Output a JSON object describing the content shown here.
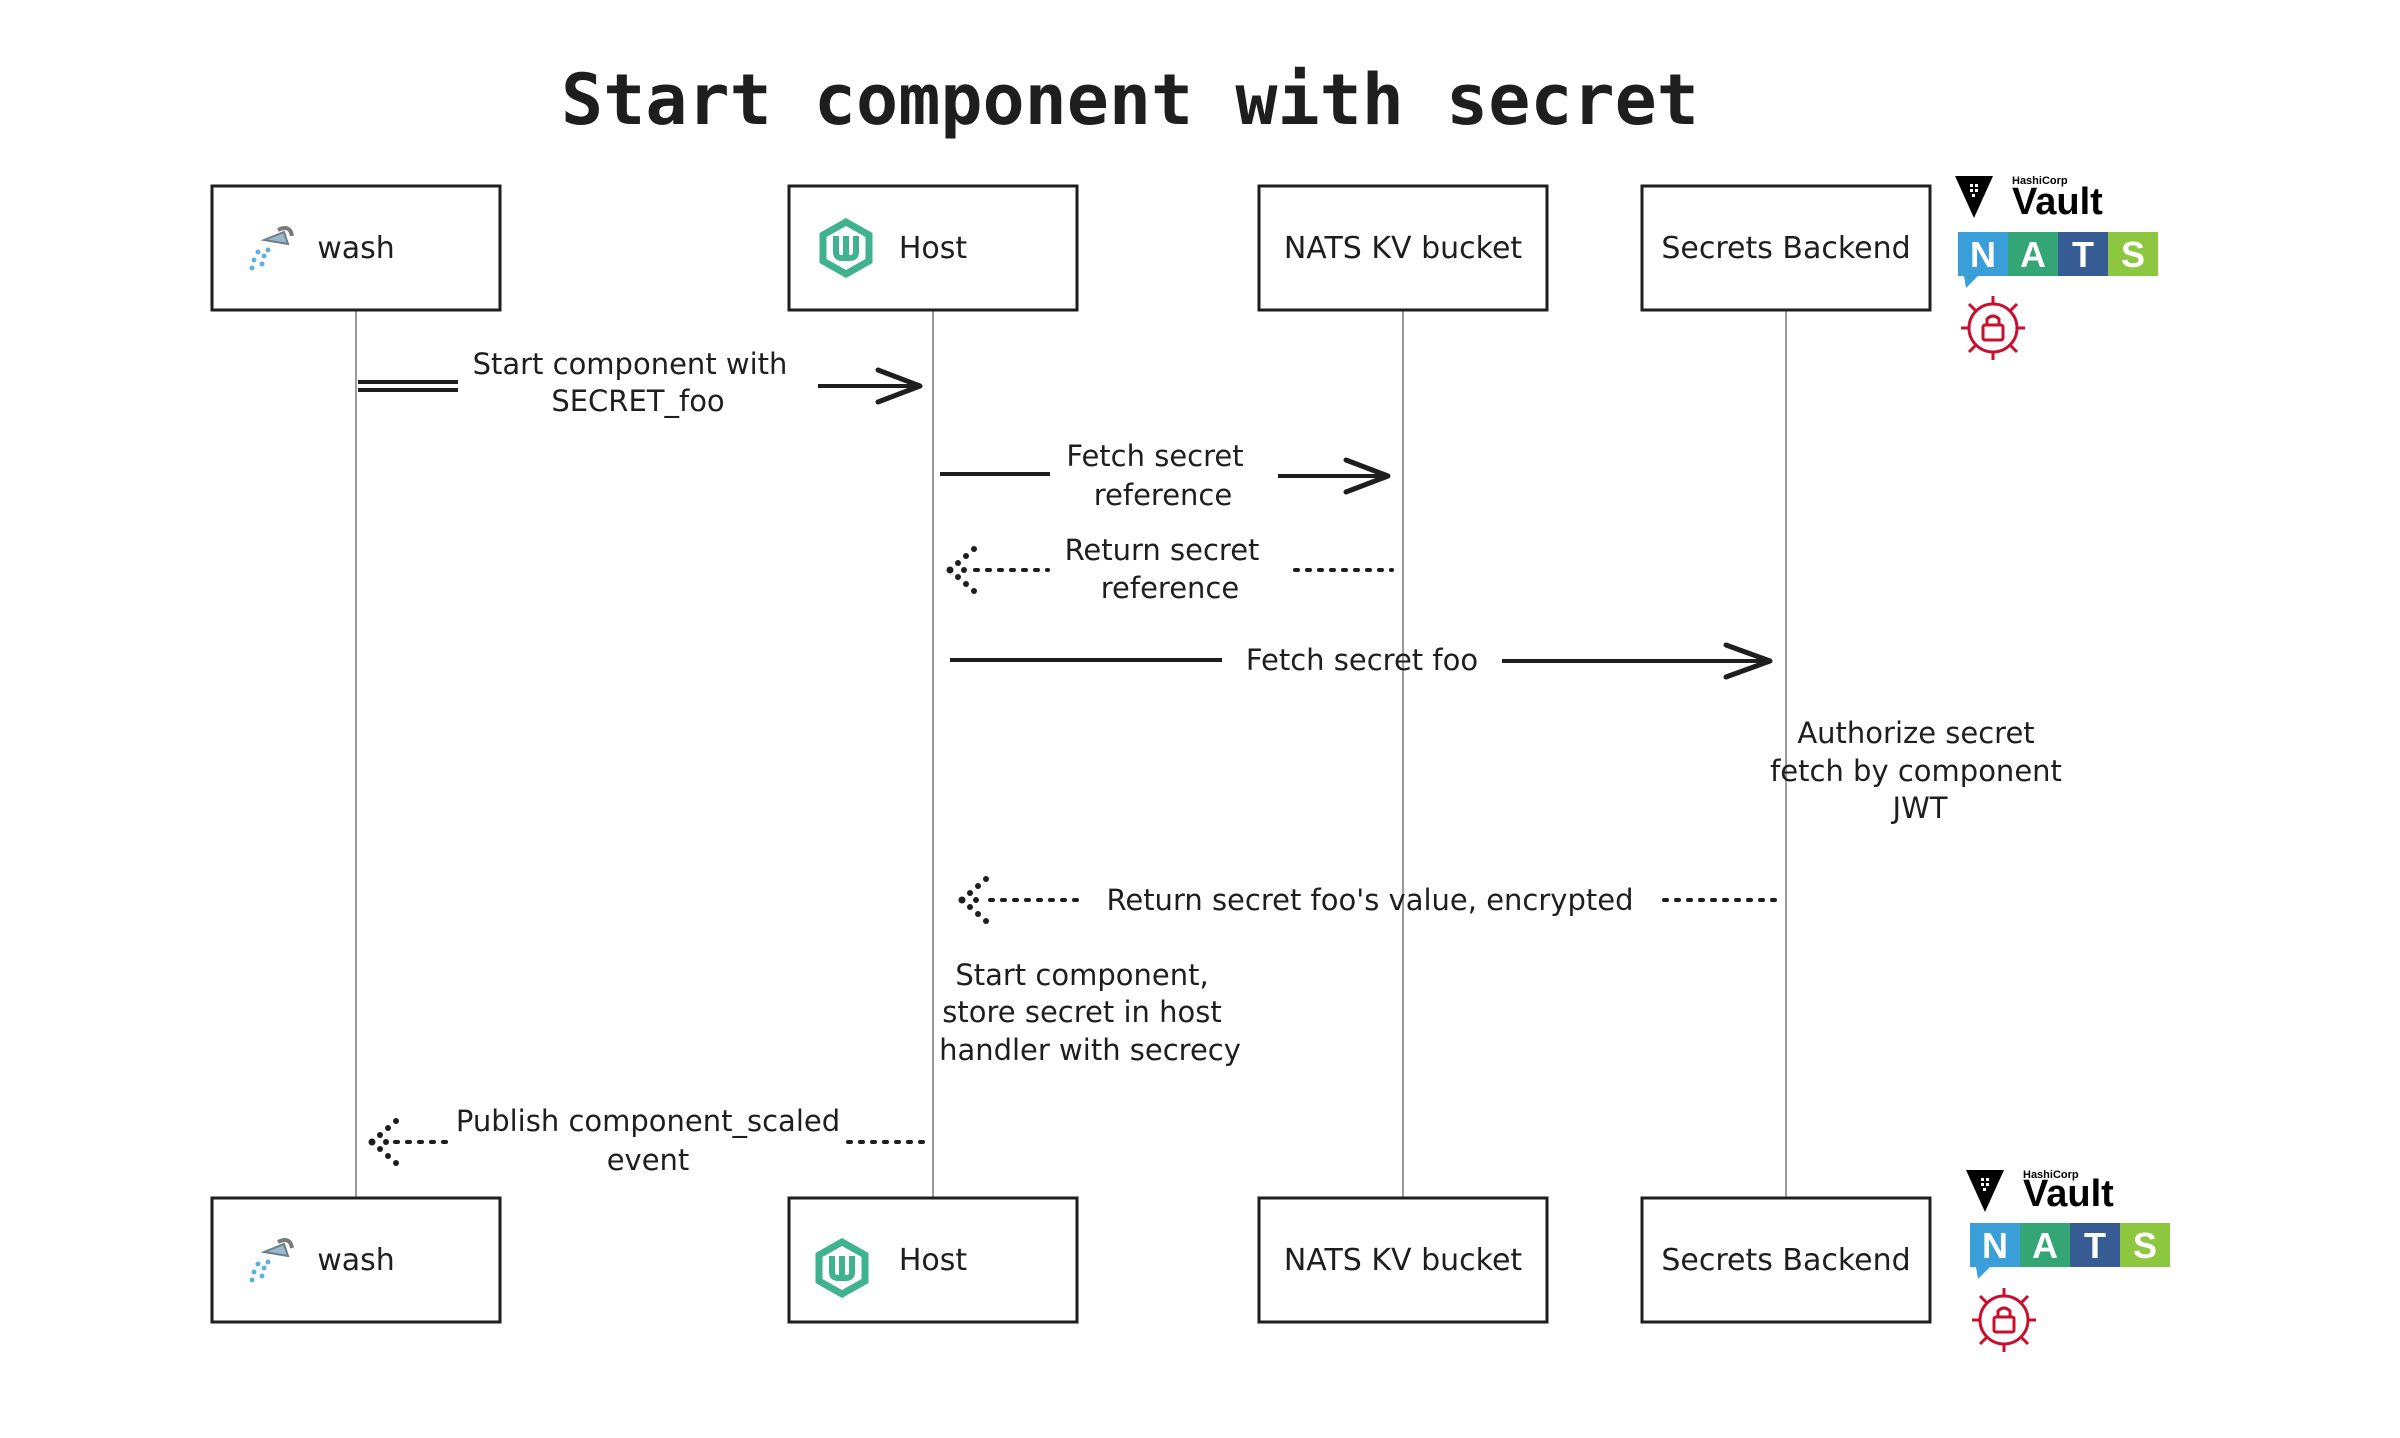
{
  "title": "Start component with secret",
  "participants": [
    {
      "label": "wash",
      "icon": "wash-shower-icon"
    },
    {
      "label": "Host",
      "icon": "wasmcloud-logo-icon"
    },
    {
      "label": "NATS KV bucket",
      "icon": ""
    },
    {
      "label": "Secrets Backend",
      "icon": ""
    }
  ],
  "messages": [
    {
      "from": 0,
      "to": 1,
      "kind": "solid",
      "lines": [
        "Start component with",
        "SECRET_foo"
      ]
    },
    {
      "from": 1,
      "to": 2,
      "kind": "solid",
      "lines": [
        "Fetch secret",
        "reference"
      ]
    },
    {
      "from": 2,
      "to": 1,
      "kind": "dotted",
      "lines": [
        "Return secret",
        "reference"
      ]
    },
    {
      "from": 1,
      "to": 3,
      "kind": "solid",
      "lines": [
        "Fetch secret foo"
      ]
    },
    {
      "from": 3,
      "to": 1,
      "kind": "dotted",
      "lines": [
        "Return secret foo's value, encrypted"
      ]
    },
    {
      "from": 1,
      "to": 0,
      "kind": "dotted",
      "lines": [
        "Publish component_scaled",
        "event"
      ]
    }
  ],
  "notes": [
    {
      "on": 3,
      "lines": [
        "Authorize secret",
        "fetch by component",
        "JWT"
      ]
    },
    {
      "on": 1,
      "lines": [
        "Start component,",
        "store secret in host",
        "handler with secrecy"
      ]
    }
  ],
  "logos": {
    "vault_top": "HashiCorp",
    "vault_name": "Vault",
    "nats_letters": [
      "N",
      "A",
      "T",
      "S"
    ],
    "nats_colors": [
      "#3a9ed8",
      "#34a574",
      "#375c93",
      "#8dc63f"
    ],
    "secrets_icon": "padlock-target-icon",
    "secrets_color": "#c8102e"
  },
  "colors": {
    "wasmcloud": "#3fb28f",
    "ink": "#1e1e1e"
  }
}
